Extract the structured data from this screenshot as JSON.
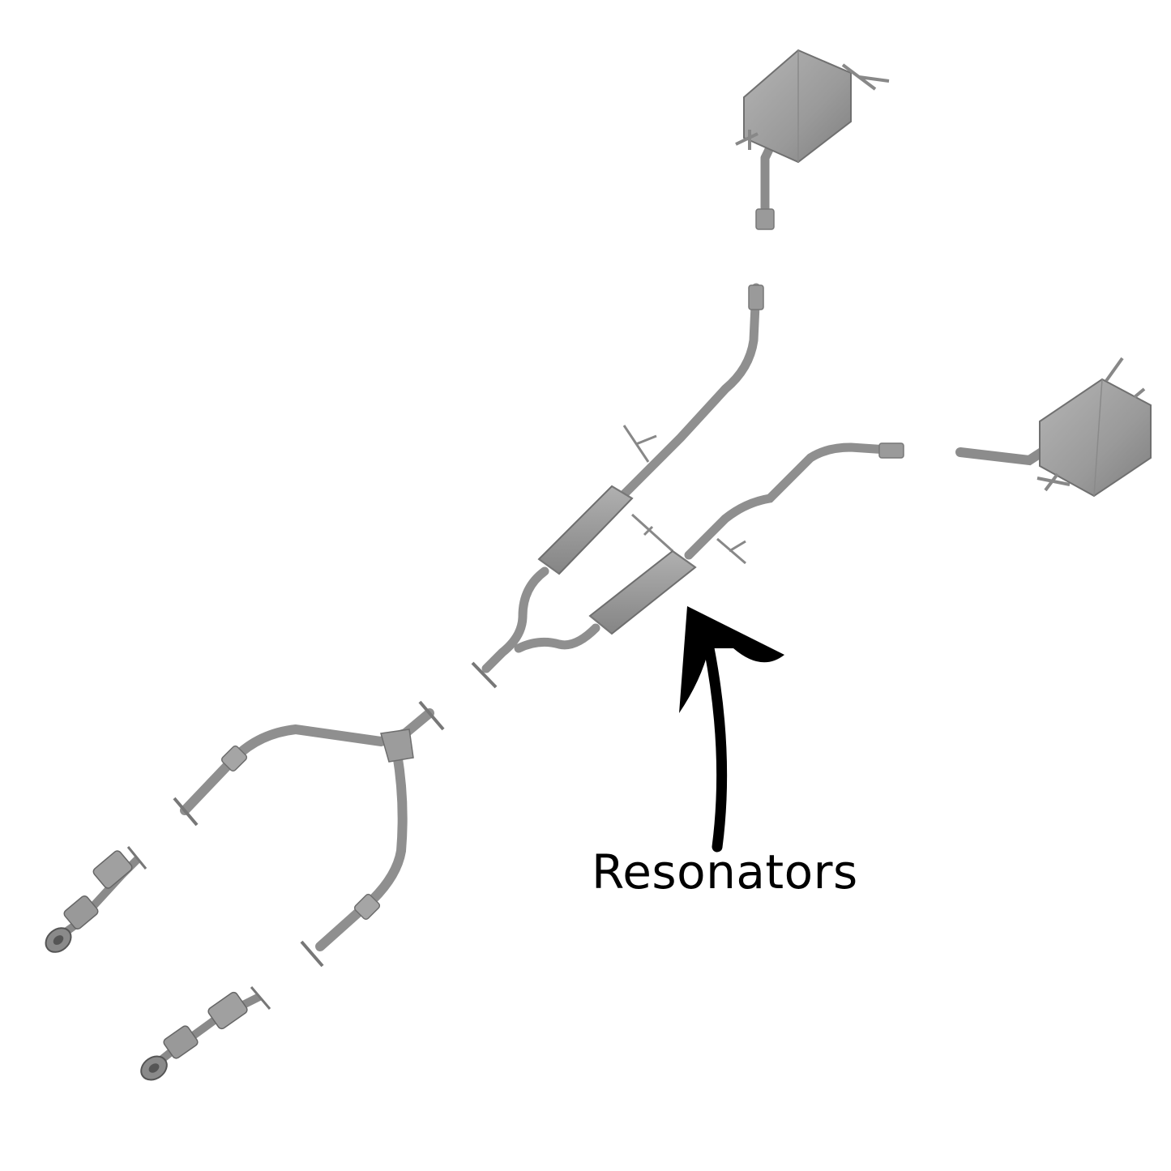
{
  "annotation": {
    "label": "Resonators",
    "arrow_color": "#000000"
  },
  "colors": {
    "pipe": "#8f8f8f",
    "pipe_dark": "#6e6e6e",
    "muffler": "#a2a2a2",
    "muffler_shade": "#858585",
    "background": "#ffffff"
  },
  "parts": [
    {
      "name": "rear-muffler-left"
    },
    {
      "name": "rear-muffler-right"
    },
    {
      "name": "mid-pipe-left"
    },
    {
      "name": "mid-pipe-right"
    },
    {
      "name": "resonator-upper"
    },
    {
      "name": "resonator-lower"
    },
    {
      "name": "y-pipe"
    },
    {
      "name": "catalytic-converter-upper"
    },
    {
      "name": "catalytic-converter-lower"
    }
  ]
}
